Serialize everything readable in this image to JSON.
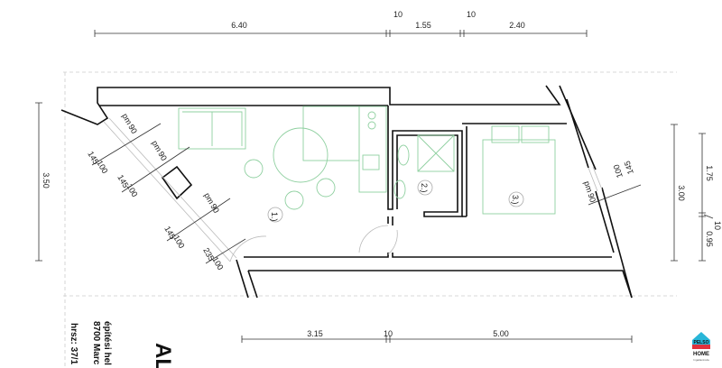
{
  "dimensions": {
    "top": [
      "6.40",
      "10",
      "1.55",
      "10",
      "2.40"
    ],
    "left": "3.50",
    "right_total": "3.00",
    "right_parts": [
      "1.75",
      "10",
      "0.95"
    ],
    "bottom": [
      "3.15",
      "10",
      "5.00"
    ]
  },
  "rooms": [
    "1.)",
    "2.)",
    "3.)"
  ],
  "windows": [
    {
      "type": "pm",
      "sill": "90",
      "height": "145",
      "width": "100"
    },
    {
      "type": "pm",
      "sill": "90",
      "height": "145",
      "width": "100"
    },
    {
      "type": "pm",
      "sill": "90",
      "height": "145",
      "width": "100"
    },
    {
      "type": "pm",
      "sill": "90",
      "height": "145",
      "width": "100"
    }
  ],
  "door": {
    "height": "235",
    "width": "100"
  },
  "title_block": {
    "title": "AL",
    "line1": "építési hel",
    "line2": "8700 Marc",
    "line3": "hrsz: 37/1"
  },
  "logo": {
    "line1": "PELSO",
    "line2": "HOME",
    "line3": "Ingatlaniroda"
  },
  "colors": {
    "furniture": "#8fd0a0",
    "logo_blue": "#29b6d8",
    "logo_red": "#e0323c"
  }
}
